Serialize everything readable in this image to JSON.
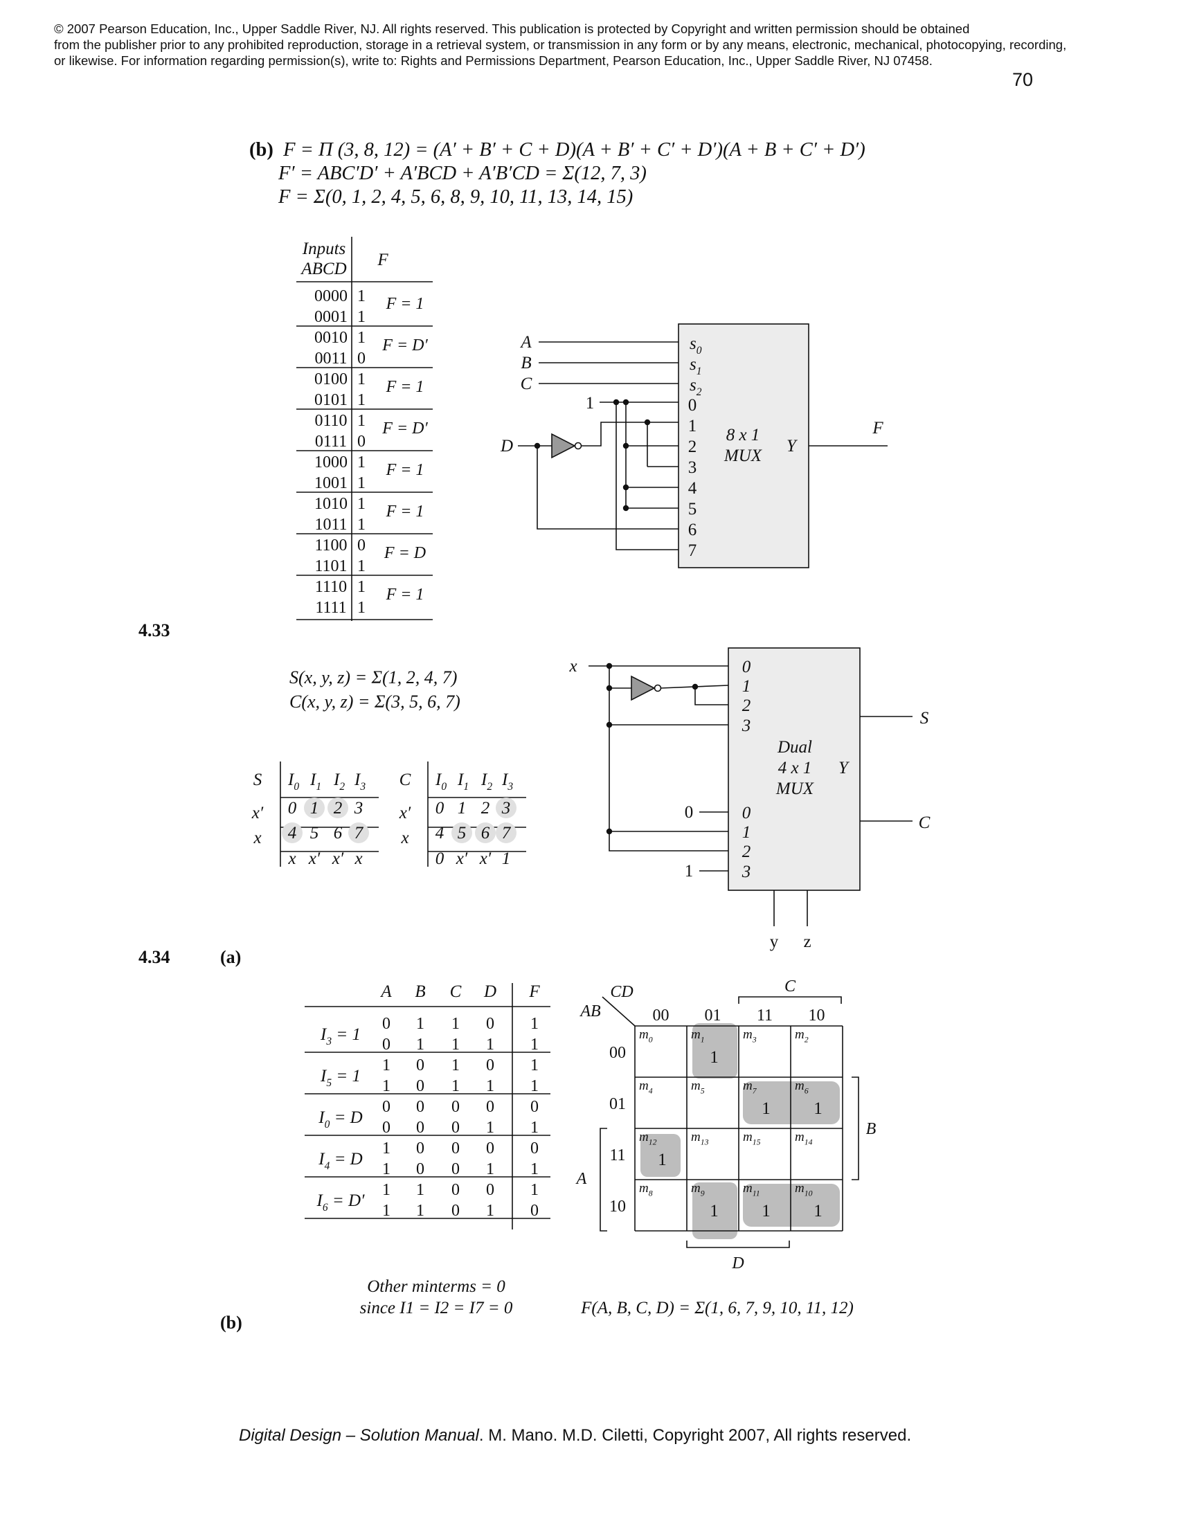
{
  "copyright": {
    "line1": "© 2007 Pearson Education, Inc., Upper Saddle River, NJ.  All rights reserved. This publication is protected by Copyright and written permission should be obtained",
    "line2": "from the publisher prior to any prohibited reproduction, storage in a retrieval system,  or transmission in any form or by any means, electronic, mechanical, photocopying, recording,",
    "line3": "or  likewise.  For information regarding permission(s), write to:  Rights and Permissions Department, Pearson Education, Inc., Upper Saddle River, NJ 07458."
  },
  "page_number": "70",
  "part_b": {
    "label": "(b)",
    "eq1": "F = Π (3, 8, 12) = (A′ + B′ + C + D)(A + B′ + C′ + D′)(A + B + C′ + D′)",
    "eq2": "F′ = ABC′D′ + A′BCD + A′B′CD = Σ(12, 7, 3)",
    "eq3": "F = Σ(0, 1, 2, 4, 5, 6, 8, 9, 10, 11, 13, 14, 15)"
  },
  "truth_table": {
    "header_inputs_1": "Inputs",
    "header_inputs_2": "ABCD",
    "header_f": "F",
    "rows": [
      {
        "in": "0000",
        "f": "1"
      },
      {
        "in": "0001",
        "f": "1"
      },
      {
        "in": "0010",
        "f": "1"
      },
      {
        "in": "0011",
        "f": "0"
      },
      {
        "in": "0100",
        "f": "1"
      },
      {
        "in": "0101",
        "f": "1"
      },
      {
        "in": "0110",
        "f": "1"
      },
      {
        "in": "0111",
        "f": "0"
      },
      {
        "in": "1000",
        "f": "1"
      },
      {
        "in": "1001",
        "f": "1"
      },
      {
        "in": "1010",
        "f": "1"
      },
      {
        "in": "1011",
        "f": "1"
      },
      {
        "in": "1100",
        "f": "0"
      },
      {
        "in": "1101",
        "f": "1"
      },
      {
        "in": "1110",
        "f": "1"
      },
      {
        "in": "1111",
        "f": "1"
      }
    ],
    "group_labels": [
      "F = 1",
      "F = D′",
      "F = 1",
      "F = D′",
      "F = 1",
      "F = 1",
      "F = D",
      "F = 1"
    ]
  },
  "mux8": {
    "inputs": [
      "A",
      "B",
      "C"
    ],
    "d_label": "D",
    "const_one": "1",
    "select_labels": [
      "s0",
      "s1",
      "s2"
    ],
    "data_labels": [
      "0",
      "1",
      "2",
      "3",
      "4",
      "5",
      "6",
      "7"
    ],
    "title1": "8 x 1",
    "title2": "MUX",
    "y_label": "Y",
    "f_label": "F"
  },
  "p433": {
    "label": "4.33",
    "eq_s": "S(x, y, z) = Σ(1, 2, 4, 7)",
    "eq_c": "C(x, y, z) = Σ(3, 5, 6, 7)",
    "s_table": {
      "corner": "S",
      "headers": [
        "I0",
        "I1",
        "I2",
        "I3"
      ],
      "row_labels": [
        "x′",
        "x"
      ],
      "row1": [
        "0",
        "1",
        "2",
        "3"
      ],
      "row2": [
        "4",
        "5",
        "6",
        "7"
      ],
      "result": [
        "x",
        "x′",
        "x′",
        "x"
      ]
    },
    "c_table": {
      "corner": "C",
      "headers": [
        "I0",
        "I1",
        "I2",
        "I3"
      ],
      "row_labels": [
        "x′",
        "x"
      ],
      "row1": [
        "0",
        "1",
        "2",
        "3"
      ],
      "row2": [
        "4",
        "5",
        "6",
        "7"
      ],
      "result": [
        "0",
        "x′",
        "x′",
        "1"
      ]
    },
    "mux": {
      "x_label": "x",
      "zero": "0",
      "one": "1",
      "top_inputs": [
        "0",
        "1",
        "2",
        "3"
      ],
      "bottom_inputs": [
        "0",
        "1",
        "2",
        "3"
      ],
      "title1": "Dual",
      "title2": "4 x 1",
      "title3": "MUX",
      "y_label": "Y",
      "s_out": "S",
      "c_out": "C",
      "sel_y": "y",
      "sel_z": "z"
    }
  },
  "p434": {
    "label": "4.34",
    "part_a": "(a)",
    "part_b": "(b)",
    "table": {
      "headers": [
        "A",
        "B",
        "C",
        "D",
        "F"
      ],
      "groups": [
        {
          "label": "I3 = 1",
          "rows": [
            [
              "0",
              "1",
              "1",
              "0",
              "1"
            ],
            [
              "0",
              "1",
              "1",
              "1",
              "1"
            ]
          ]
        },
        {
          "label": "I5 = 1",
          "rows": [
            [
              "1",
              "0",
              "1",
              "0",
              "1"
            ],
            [
              "1",
              "0",
              "1",
              "1",
              "1"
            ]
          ]
        },
        {
          "label": "I0 = D",
          "rows": [
            [
              "0",
              "0",
              "0",
              "0",
              "0"
            ],
            [
              "0",
              "0",
              "0",
              "1",
              "1"
            ]
          ]
        },
        {
          "label": "I4 = D",
          "rows": [
            [
              "1",
              "0",
              "0",
              "0",
              "0"
            ],
            [
              "1",
              "0",
              "0",
              "1",
              "1"
            ]
          ]
        },
        {
          "label": "I6 = D′",
          "rows": [
            [
              "1",
              "1",
              "0",
              "0",
              "1"
            ],
            [
              "1",
              "1",
              "0",
              "1",
              "0"
            ]
          ]
        }
      ],
      "note1": "Other minterms = 0",
      "note2": "since I1 = I2 = I7 = 0"
    },
    "kmap": {
      "cd": "CD",
      "ab": "AB",
      "col_labels": [
        "00",
        "01",
        "11",
        "10"
      ],
      "row_labels": [
        "00",
        "01",
        "11",
        "10"
      ],
      "cells": [
        [
          {
            "m": "m0",
            "v": ""
          },
          {
            "m": "m1",
            "v": "1"
          },
          {
            "m": "m3",
            "v": ""
          },
          {
            "m": "m2",
            "v": ""
          }
        ],
        [
          {
            "m": "m4",
            "v": ""
          },
          {
            "m": "m5",
            "v": ""
          },
          {
            "m": "m7",
            "v": "1"
          },
          {
            "m": "m6",
            "v": "1"
          }
        ],
        [
          {
            "m": "m12",
            "v": "1"
          },
          {
            "m": "m13",
            "v": ""
          },
          {
            "m": "m15",
            "v": ""
          },
          {
            "m": "m14",
            "v": ""
          }
        ],
        [
          {
            "m": "m8",
            "v": ""
          },
          {
            "m": "m9",
            "v": "1"
          },
          {
            "m": "m11",
            "v": "1"
          },
          {
            "m": "m10",
            "v": "1"
          }
        ]
      ],
      "label_a": "A",
      "label_b": "B",
      "label_c": "C",
      "label_d": "D",
      "result": "F(A, B, C, D) = Σ(1, 6, 7, 9, 10, 11, 12)"
    }
  },
  "footer": {
    "title": "Digital Design – Solution Manual",
    "rest": ". M. Mano. M.D. Ciletti, Copyright 2007, All rights reserved."
  }
}
